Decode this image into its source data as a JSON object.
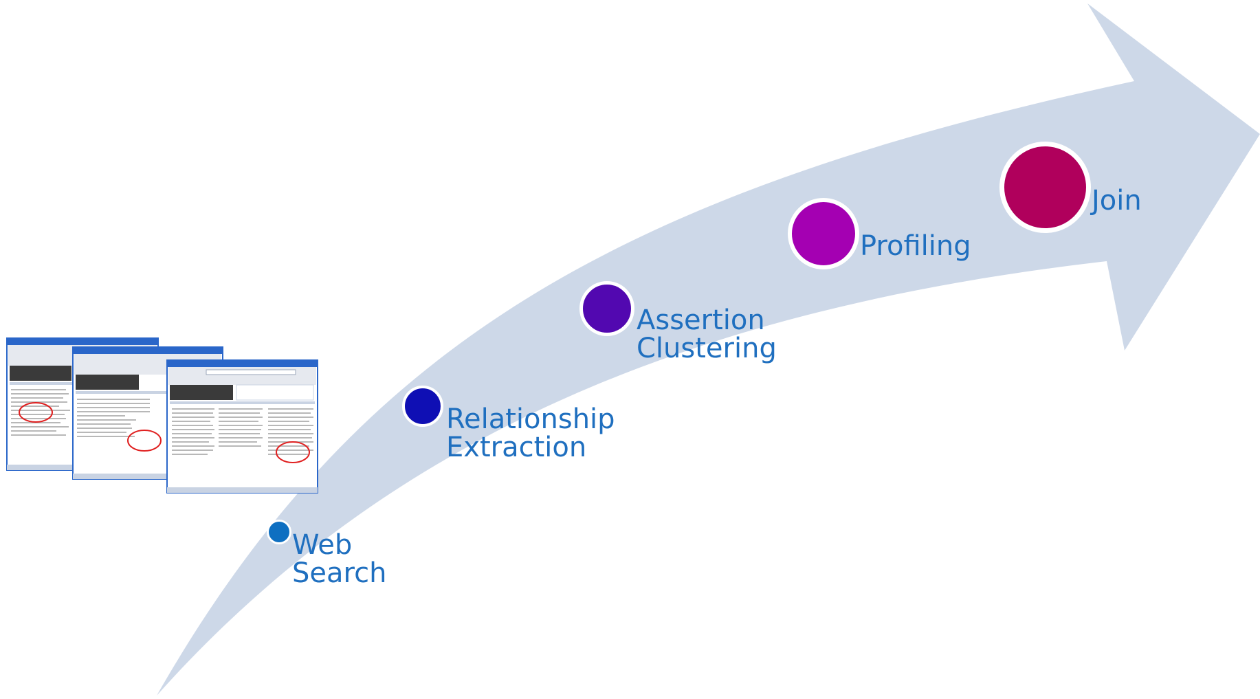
{
  "stages": [
    {
      "id": "web-search",
      "lines": [
        "Web",
        "Search"
      ],
      "color": "#0e6fc1"
    },
    {
      "id": "relationship-extraction",
      "lines": [
        "Relationship",
        "Extraction"
      ],
      "color": "#0f0fb4"
    },
    {
      "id": "assertion-clustering",
      "lines": [
        "Assertion",
        "Clustering"
      ],
      "color": "#5208b0"
    },
    {
      "id": "profiling",
      "lines": [
        "Profiling"
      ],
      "color": "#a400b2"
    },
    {
      "id": "join",
      "lines": [
        "Join"
      ],
      "color": "#b0005c"
    }
  ],
  "colors": {
    "arrow": "#cdd8e8",
    "label": "#1f6fbf",
    "highlight_ring": "#e02020",
    "window_title": "#2a66c9",
    "banner": "#3a3a3a"
  }
}
